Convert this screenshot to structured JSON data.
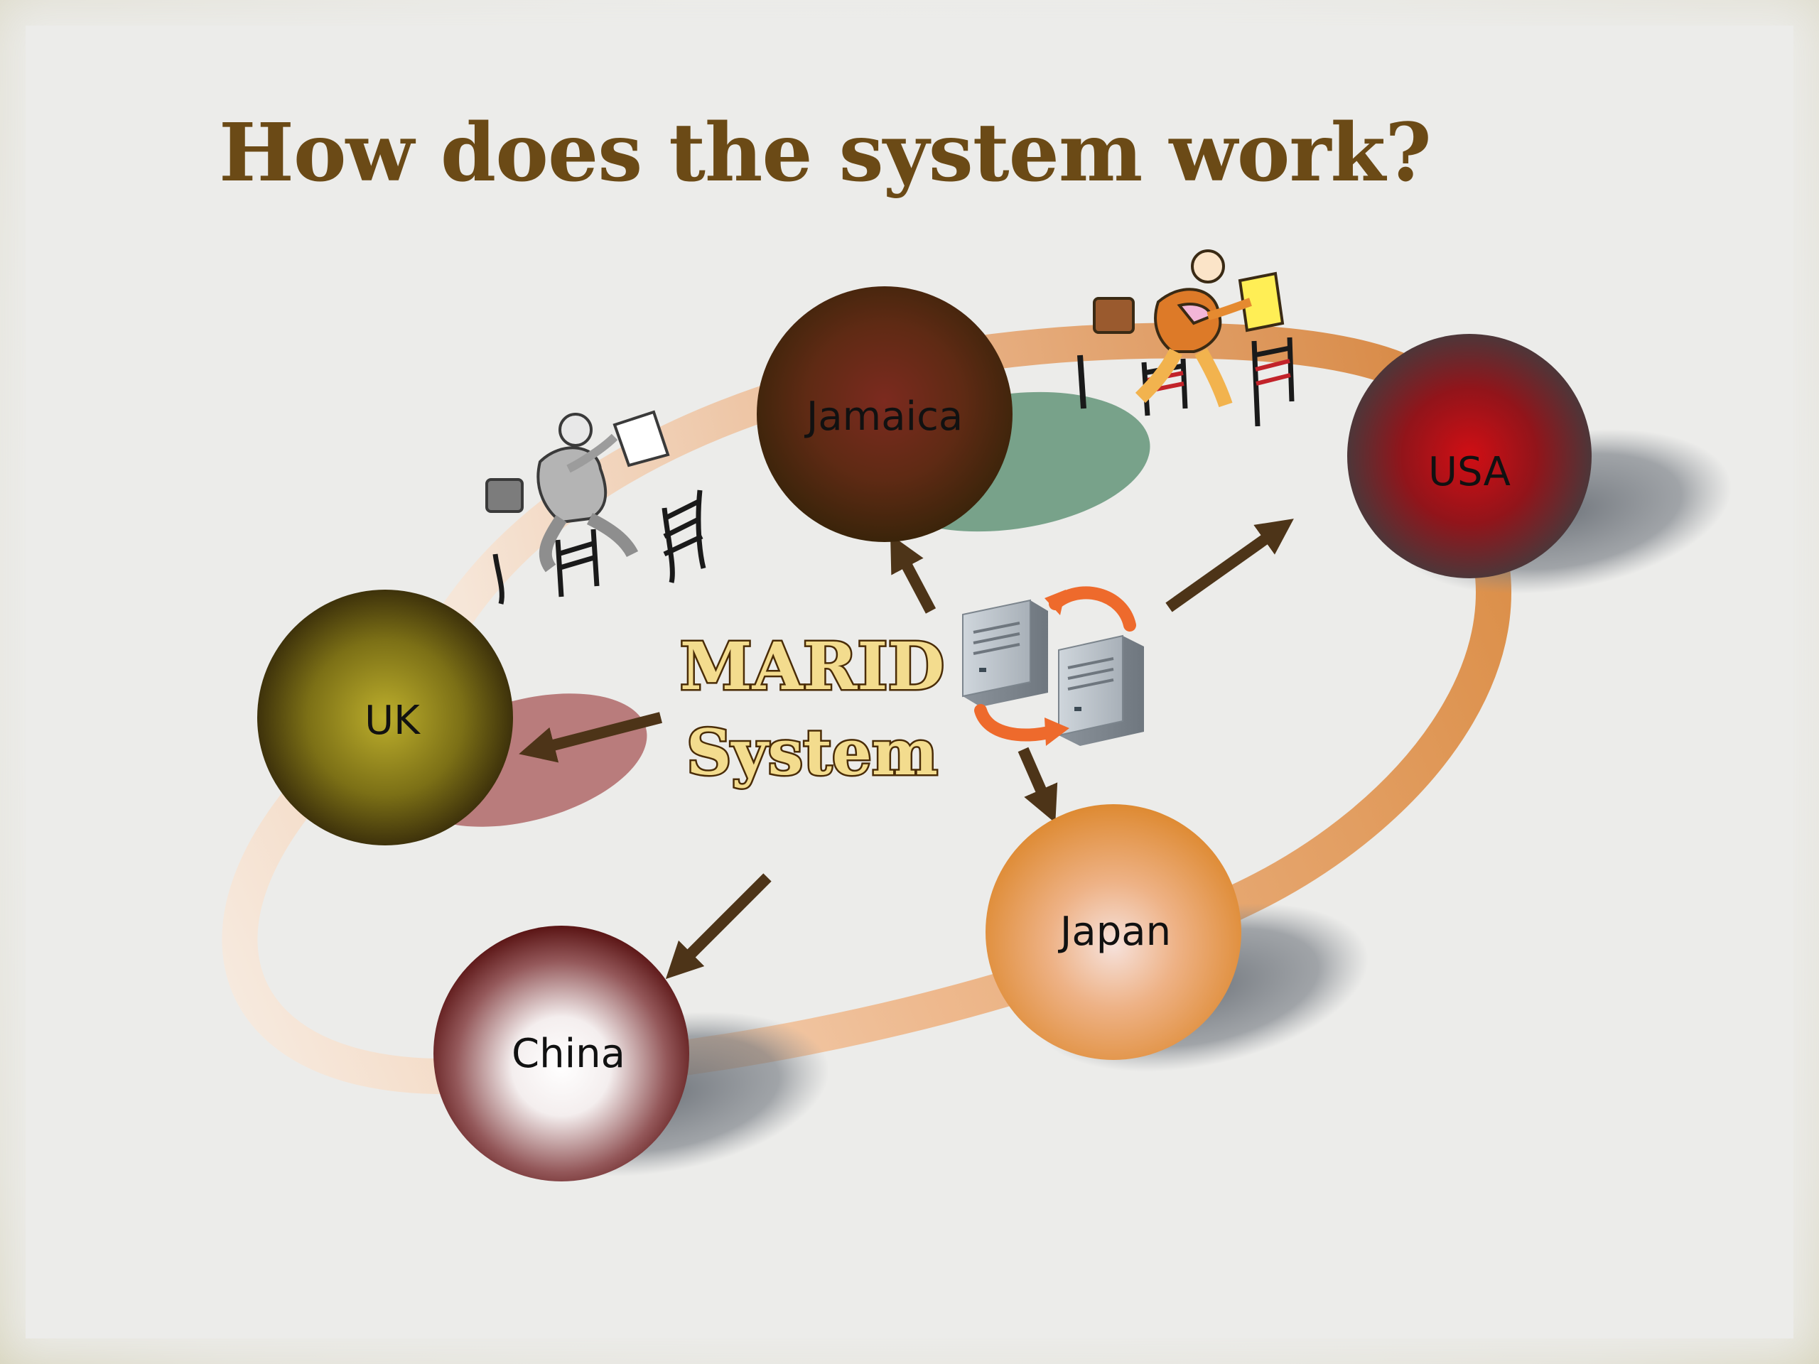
{
  "slide": {
    "title": "How does the system work?"
  },
  "hub": {
    "line1": "MARID",
    "line2": "System",
    "icon": "server-sync-icon"
  },
  "nodes": [
    {
      "id": "jamaica",
      "label": "Jamaica",
      "color": "#7a2e1e"
    },
    {
      "id": "usa",
      "label": "USA",
      "color": "#c8141c"
    },
    {
      "id": "uk",
      "label": "UK",
      "color": "#a89a22"
    },
    {
      "id": "japan",
      "label": "Japan",
      "color": "#f0c8b0"
    },
    {
      "id": "china",
      "label": "China",
      "color": "#ffffff"
    }
  ],
  "figures": [
    {
      "icon": "runner-hurdles-icon",
      "variant": "gray"
    },
    {
      "icon": "runner-hurdles-icon",
      "variant": "color"
    }
  ],
  "colors": {
    "title": "#6b4a16",
    "track": "#dc8a42",
    "arrow": "#4d3418"
  }
}
